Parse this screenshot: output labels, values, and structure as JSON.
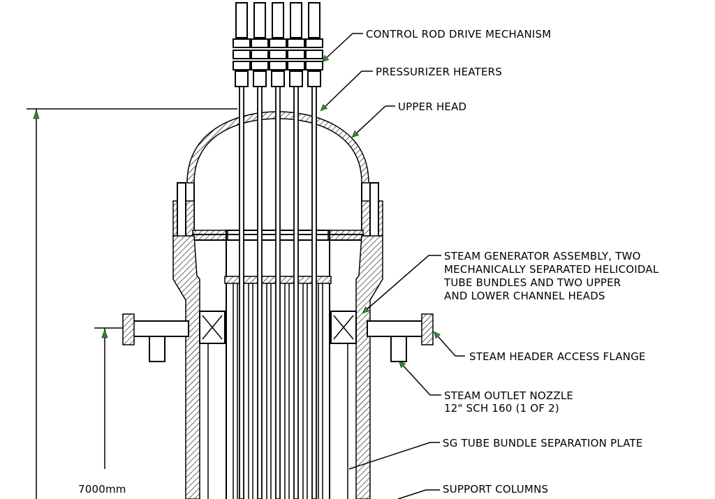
{
  "labels": {
    "crdm": "CONTROL ROD DRIVE MECHANISM",
    "pressurizer": "PRESSURIZER HEATERS",
    "upper_head": "UPPER HEAD",
    "sg_assembly": [
      "STEAM GENERATOR ASSEMBLY, TWO",
      "MECHANICALLY SEPARATED HELICOIDAL",
      "TUBE BUNDLES AND TWO UPPER",
      "AND LOWER CHANNEL HEADS"
    ],
    "header_flange": "STEAM HEADER ACCESS FLANGE",
    "outlet_nozzle": [
      "STEAM OUTLET NOZZLE",
      "12\" SCH 160 (1 OF 2)"
    ],
    "separation_plate": "SG TUBE BUNDLE SEPARATION PLATE",
    "support_columns": "SUPPORT COLUMNS",
    "dimension": "7000mm"
  },
  "colors": {
    "line": "#000000",
    "leader_arrow": "#2e8b2e",
    "background": "#ffffff"
  }
}
